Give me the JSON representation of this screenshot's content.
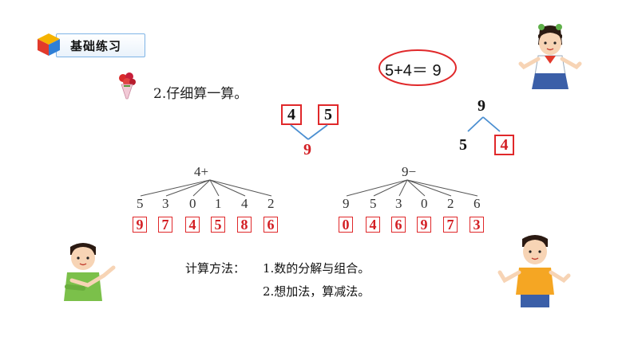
{
  "header": {
    "title": "基础练习"
  },
  "task": {
    "label": "2.仔细算一算。"
  },
  "circle": {
    "equation": "5+4＝ 9"
  },
  "split_left": {
    "top_left": "4",
    "top_right": "5",
    "result": "9"
  },
  "split_right": {
    "top": "9",
    "left": "5",
    "right": "4"
  },
  "tree_add": {
    "root": "4+",
    "operands": [
      "5",
      "3",
      "0",
      "1",
      "4",
      "2"
    ],
    "answers": [
      "9",
      "7",
      "4",
      "5",
      "8",
      "6"
    ]
  },
  "tree_sub": {
    "root": "9−",
    "operands": [
      "9",
      "5",
      "3",
      "0",
      "2",
      "6"
    ],
    "answers": [
      "0",
      "4",
      "6",
      "9",
      "7",
      "3"
    ]
  },
  "method": {
    "label": "计算方法：",
    "line1": "1.数的分解与组合。",
    "line2": "2.想加法，算减法。"
  },
  "colors": {
    "accent_red": "#e0282a",
    "header_border": "#7fb4e6",
    "tree_line": "#555555"
  }
}
